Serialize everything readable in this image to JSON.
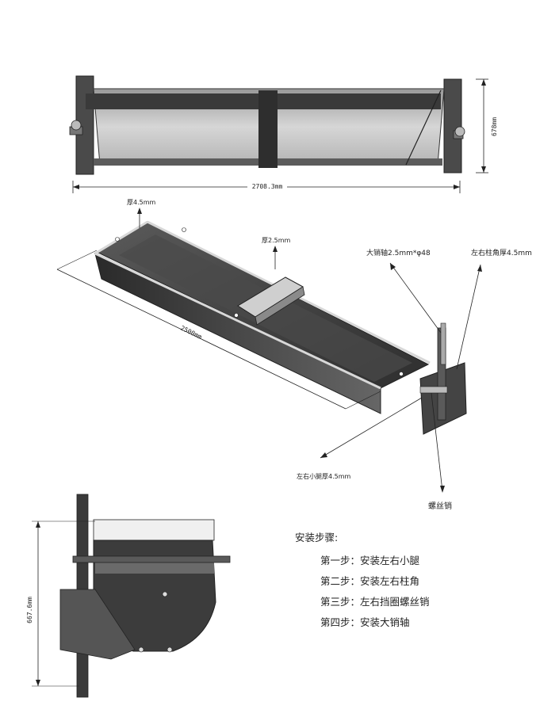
{
  "front_view": {
    "width_label": "2708.3mm",
    "height_label": "678mm"
  },
  "iso_view": {
    "length_label": "2500mm",
    "thickness_body_label": "厚4.5mm",
    "thickness_lid_label": "厚2.5mm",
    "big_pin_label": "大销轴2.5mm*φ48",
    "corner_post_label": "左右柱角厚4.5mm",
    "legs_label": "左右小腿厚4.5mm",
    "screw_pin_label": "螺丝销"
  },
  "side_view": {
    "height_label": "667.6mm"
  },
  "install": {
    "title": "安装步骤:",
    "steps": [
      "第一步：安装左右小腿",
      "第二步：安装左右柱角",
      "第三步：左右挡圈螺丝销",
      "第四步：安装大销轴"
    ]
  },
  "colors": {
    "dark_metal": "#3a3a3a",
    "mid_metal": "#6e6e6e",
    "light_metal": "#c8c8c8",
    "line": "#222222"
  }
}
